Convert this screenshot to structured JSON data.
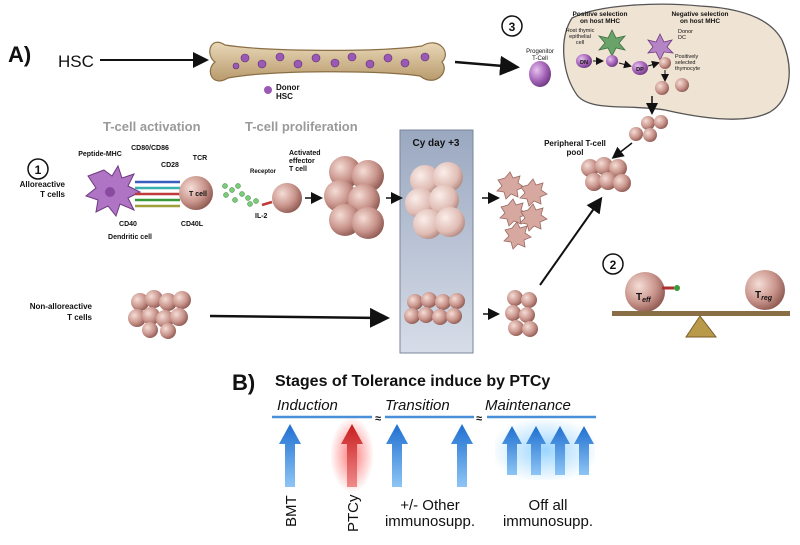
{
  "panel_a": {
    "label": "A)",
    "hsc": "HSC",
    "donor_hsc": [
      "Donor",
      "HSC"
    ],
    "step_3": "3",
    "progenitor": [
      "Progenitor",
      "T-Cell"
    ],
    "positive_selection": [
      "Positive selection",
      "on host MHC"
    ],
    "host_thymic": [
      "Host thymic",
      "epithelial",
      "cell"
    ],
    "negative_selection": [
      "Negative selection",
      "on host MHC"
    ],
    "donor_dc": [
      "Donor",
      "DC"
    ],
    "positively_selected": [
      "Positively",
      "selected",
      "thymocyte"
    ],
    "dn": "DN",
    "dp": "DP",
    "peripheral_pool": [
      "Peripheral T-cell",
      "pool"
    ],
    "step_1": "1",
    "t_cell_activation": "T-cell activation",
    "t_cell_proliferation": "T-cell proliferation",
    "cy_day": "Cy day +3",
    "peptide_mhc": "Peptide-MHC",
    "cd80_cd86": "CD80/CD86",
    "cd28": "CD28",
    "tcr": "TCR",
    "alloreactive": [
      "Alloreactive",
      "T cells"
    ],
    "t_cell": "T cell",
    "cd40": "CD40",
    "cd40l": "CD40L",
    "dendritic_cell": "Dendritic cell",
    "receptor": "Receptor",
    "il2": "IL-2",
    "activated_effector": [
      "Activated",
      "effector",
      "T cell"
    ],
    "non_alloreactive": [
      "Non-alloreactive",
      "T cells"
    ],
    "step_2": "2",
    "t_eff": "eff",
    "t_reg": "reg"
  },
  "panel_b": {
    "label": "B)",
    "title": "Stages of Tolerance induce by PTCy",
    "induction": "Induction",
    "transition": "Transition",
    "maintenance": "Maintenance",
    "bmt": "BMT",
    "ptcy": "PTCy",
    "other_immunosupp": [
      "+/- Other",
      "immunosupp."
    ],
    "off_all": [
      "Off all",
      "immunosupp."
    ]
  },
  "colors": {
    "blue_arrow": "#4a90d9",
    "red_arrow": "#e03030",
    "cell_pink": "#c89890",
    "purple": "#9b59b6",
    "box_blue": "#aab8cc",
    "bone": "#d9c4a0"
  }
}
